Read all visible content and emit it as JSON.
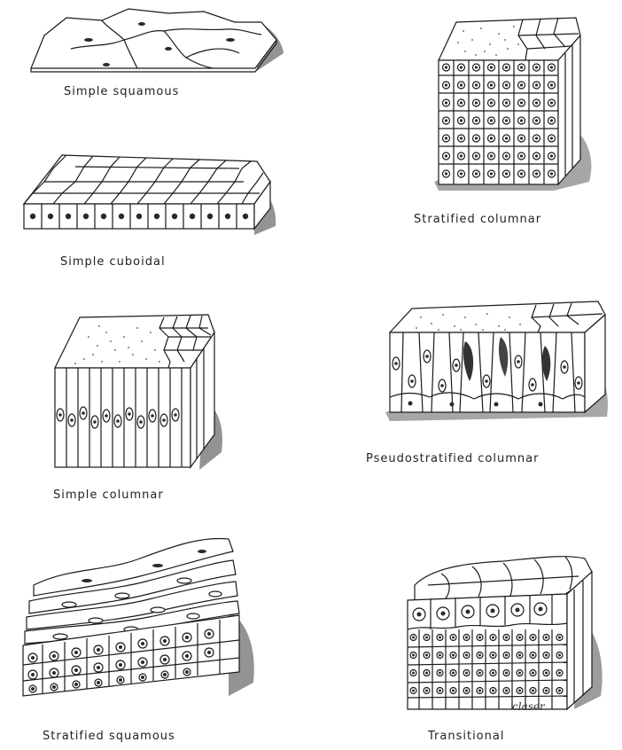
{
  "labels": {
    "simple_squamous": "Simple squamous",
    "simple_cuboidal": "Simple cuboidal",
    "simple_columnar": "Simple columnar",
    "stratified_squamous": "Stratified squamous",
    "stratified_columnar": "Stratified columnar",
    "pseudostratified_columnar": "Pseudostratified columnar",
    "transitional": "Transitional"
  }
}
